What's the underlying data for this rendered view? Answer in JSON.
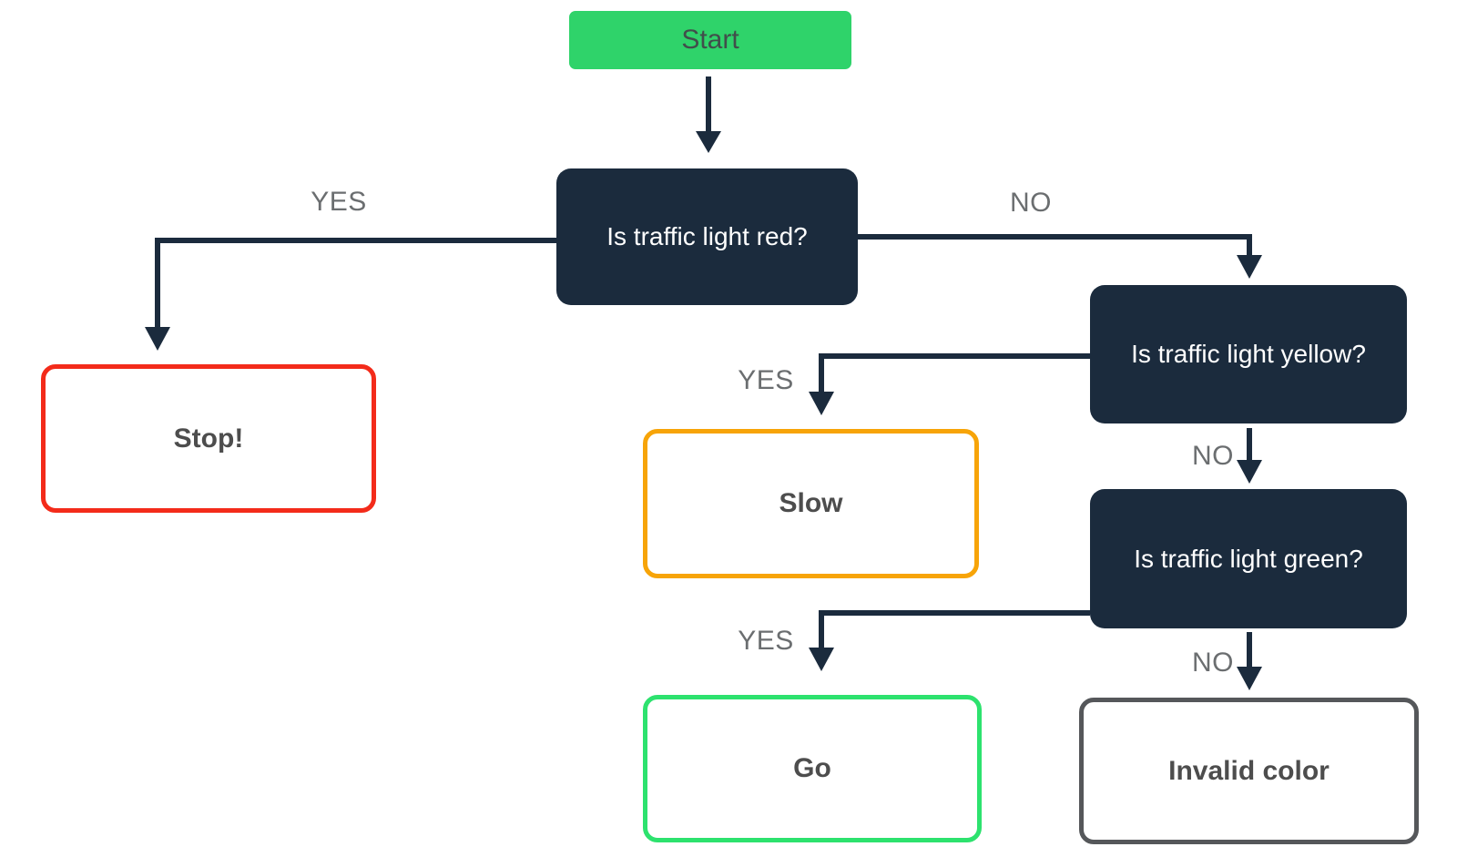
{
  "diagram": {
    "kind": "flowchart",
    "background": "#ffffff",
    "colors": {
      "connector": "#1b2b3d",
      "decision_fill": "#1b2b3d",
      "decision_text": "#ffffff",
      "start_fill": "#2fd36a",
      "start_text": "#414e4b",
      "result_text": "#4d4d4d",
      "edge_label_text": "#6b6e70",
      "stop_accent": "#f32b1a",
      "slow_accent": "#f7a408",
      "go_accent": "#2de26e",
      "invalid_accent": "#55575a"
    },
    "nodes": [
      {
        "id": "start",
        "label": "Start",
        "kind": "start"
      },
      {
        "id": "is-red",
        "label": "Is traffic light red?",
        "kind": "decision"
      },
      {
        "id": "stop",
        "label": "Stop!",
        "kind": "result",
        "accent": "#f32b1a"
      },
      {
        "id": "is-yellow",
        "label": "Is traffic light yellow?",
        "kind": "decision"
      },
      {
        "id": "slow",
        "label": "Slow",
        "kind": "result",
        "accent": "#f7a408"
      },
      {
        "id": "is-green",
        "label": "Is traffic light green?",
        "kind": "decision"
      },
      {
        "id": "go",
        "label": "Go",
        "kind": "result",
        "accent": "#2de26e"
      },
      {
        "id": "invalid-color",
        "label": "Invalid color",
        "kind": "result",
        "accent": "#55575a"
      }
    ],
    "edges": [
      {
        "from": "start",
        "to": "is-red",
        "label": ""
      },
      {
        "from": "is-red",
        "to": "stop",
        "label": "YES"
      },
      {
        "from": "is-red",
        "to": "is-yellow",
        "label": "NO"
      },
      {
        "from": "is-yellow",
        "to": "slow",
        "label": "YES"
      },
      {
        "from": "is-yellow",
        "to": "is-green",
        "label": "NO"
      },
      {
        "from": "is-green",
        "to": "go",
        "label": "YES"
      },
      {
        "from": "is-green",
        "to": "invalid-color",
        "label": "NO"
      }
    ]
  }
}
